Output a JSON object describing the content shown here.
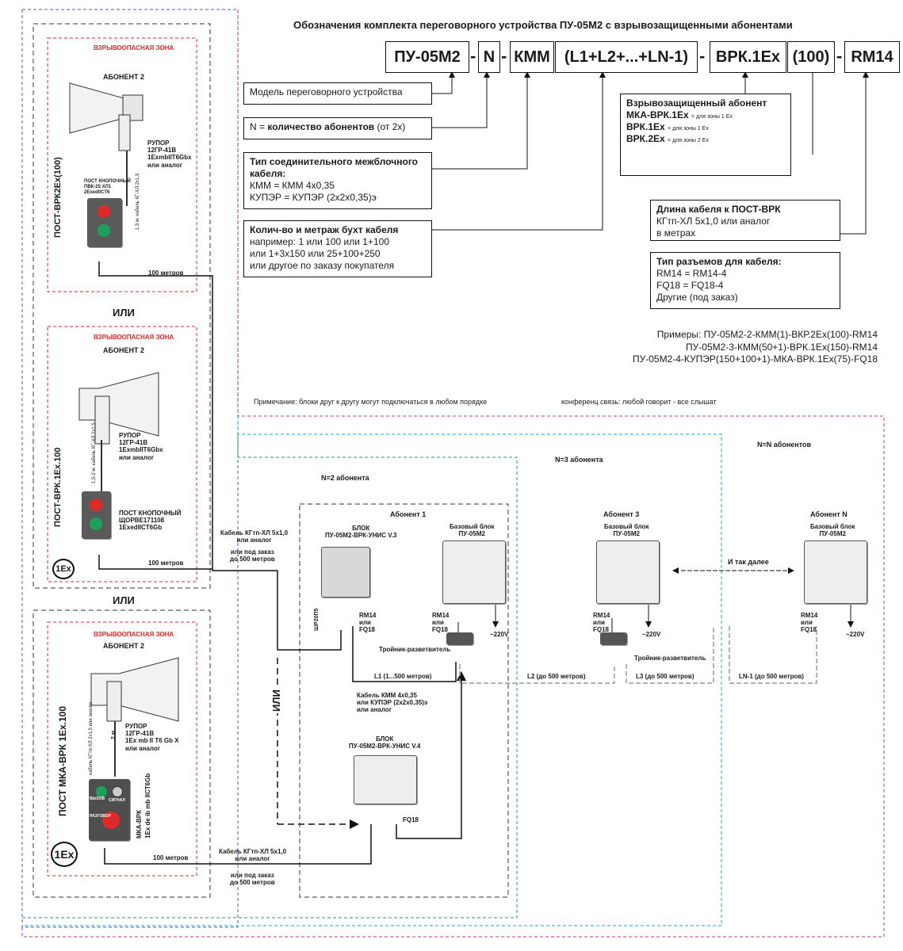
{
  "title": "Обозначения комплекта переговорного устройства ПУ-05М2 с взрывозащищенными абонентами",
  "code": {
    "parts": [
      "ПУ-05М2",
      "N",
      "КММ",
      "(L1+L2+...+LN-1)",
      "ВРК.1Ex",
      "(100)",
      "RM14"
    ],
    "separator": "-"
  },
  "boxes": {
    "model": "Модель переговорного устройства",
    "n_prefix": "N = ",
    "n_bold": "количество абонентов",
    "n_suffix": " (от 2х)",
    "cable_title": "Тип соединительного межблочного кабеля:",
    "cable_l1": "КММ = КММ 4х0,35",
    "cable_l2": "КУПЭР = КУПЭР (2х2х0,35)э",
    "bukht_title": "Колич-во и метраж бухт кабеля",
    "bukht_l1": "например: 1 или 100 или 1+100",
    "bukht_l2": "или 1+3х150 или 25+100+250",
    "bukht_l3": "или другое по заказу покупателя",
    "ex_title": "Взрывозащищенный абонент",
    "ex_l1": "МКА-ВРК.1Ex",
    "ex_l1s": "= для зоны 1 Ex",
    "ex_l2": "ВРК.1Ex",
    "ex_l2s": "= для зоны 1 Ex",
    "ex_l3": "ВРК.2Ex",
    "ex_l3s": "= для зоны 2 Ex",
    "len_title": "Длина кабеля к ПОСТ-ВРК",
    "len_l1": "КГтп-ХЛ 5х1,0 или аналог",
    "len_l2": "в метрах",
    "conn_title": "Тип разъемов для кабеля:",
    "conn_l1": "RM14 = RM14-4",
    "conn_l2": "FQ18 = FQ18-4",
    "conn_l3": "Другие (под заказ)"
  },
  "examples": [
    "Примеры: ПУ-05М2-2-КММ(1)-ВКР.2Ex(100)-RM14",
    "ПУ-05М2-3-КММ(50+1)-ВРК.1Ex(150)-RM14",
    "ПУ-05М2-4-КУПЭР(150+100+1)-МКА-ВРК.1Ex(75)-FQ18"
  ],
  "notes": {
    "order": "Примечание: блоки друг к другу могут подключаться  в любом порядке",
    "conf": "конференц связь: любой говорит - все слышат"
  },
  "posts": {
    "zone": "ВЗРЫВООПАСНАЯ ЗОНА",
    "abonent2": "АБОНЕНТ 2",
    "post1_name": "ПОСТ-ВРК2Ex(100)",
    "post1_horn": [
      "РУПОР",
      "12ГР-41В",
      "1ExmbIIT6Gbx",
      "или аналог"
    ],
    "post1_button": [
      "ПОСТ КНОПОЧНЫЙ",
      "ПВК-25 ХЛ1",
      "2ExedIICT6"
    ],
    "post1_cable": "1,5 м. кабель КГ-ХЛ 2х1,5",
    "post2_name": "ПОСТ-ВРК.1Ex.100",
    "post2_horn": [
      "РУПОР",
      "12ГР-41В",
      "1ExmbIIT6Gbx",
      "или аналог"
    ],
    "post2_button": [
      "ПОСТ КНОПОЧНЫЙ",
      "ЩОРВЕ171108",
      "1ExedIICT6Gb"
    ],
    "post2_cable": "1,5-2 м. кабель КГ-ХЛ 2х1,5",
    "post3_name": "ПОСТ МКА-ВРК 1Ex.100",
    "post3_horn": [
      "РУПОР",
      "12ГР-41В",
      "1Ex mb II T6 Gb X",
      "или аналог"
    ],
    "post3_cable": "кабель КГтп-ХЛ 2х1,5 или аналог",
    "post3_len": "2 м",
    "post3_mka": [
      "МКА-ВРК",
      "1Ex de ib mb IICT6Gb"
    ],
    "btn_call": "ВЫЗОВ",
    "btn_signal": "СИГНАЛ",
    "btn_talk": "РАЗГОВОР",
    "meters100": "100 метров",
    "ili": "ИЛИ",
    "ex_badge": "1Ex"
  },
  "scheme": {
    "n2": "N=2 абонента",
    "n3": "N=3 абонента",
    "nn": "N=N абонентов",
    "abonent1": "Абонент 1",
    "abonent3": "Абонент 3",
    "abonentN": "Абонент N",
    "base_block": [
      "Базовый блок",
      "ПУ-05М2"
    ],
    "block_v3": [
      "БЛОК",
      "ПУ-05М2-ВРК-УНИС V.3"
    ],
    "block_v4": [
      "БЛОК",
      "ПУ-05М2-ВРК-УНИС V.4"
    ],
    "sh": "ШР20П5",
    "rm14_fq18_a": [
      "RM14",
      "или",
      "FQ18"
    ],
    "fq18": "FQ18",
    "v220": "~220V",
    "tee": "Тройник-разветвитель",
    "and_so_on": "И так далее",
    "l1": "L1 (1...500 метров)",
    "l2": "L2 (до 500 метров)",
    "l3": "L3 (до 500 метров)",
    "ln": "LN-1 (до 500 метров)",
    "kmm": [
      "Кабель КММ 4х0,35",
      "или КУПЭР (2х2х0,35)э",
      "или аналог"
    ],
    "kg_top": [
      "Кабель КГтп-ХЛ 5х1,0",
      "или аналог"
    ],
    "kg_top2": [
      "или под заказ",
      "до 500 метров"
    ],
    "kg_bot": [
      "Кабель КГтп-ХЛ 5х1,0",
      "или аналог"
    ],
    "kg_bot2": [
      "или под заказ",
      "до 500 метров"
    ],
    "ili_vert": "ИЛИ"
  },
  "colors": {
    "red_zone": "#e02a2a",
    "green": "#1aa25a",
    "cyan": "#1ea6d6",
    "blue": "#3b63c4",
    "magenta": "#c2379e",
    "black": "#111111"
  }
}
